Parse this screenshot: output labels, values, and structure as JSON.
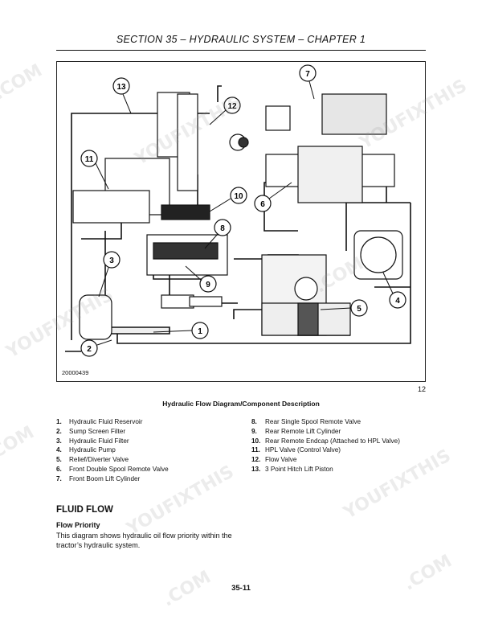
{
  "header": {
    "title": "SECTION 35 – HYDRAULIC SYSTEM – CHAPTER 1"
  },
  "diagram": {
    "figure_id": "20000439",
    "figure_number": "12",
    "callouts": [
      "1",
      "2",
      "3",
      "4",
      "5",
      "6",
      "7",
      "8",
      "9",
      "10",
      "11",
      "12",
      "13"
    ]
  },
  "caption": "Hydraulic Flow Diagram/Component Description",
  "components_left": [
    {
      "num": "1.",
      "label": "Hydraulic Fluid Reservoir"
    },
    {
      "num": "2.",
      "label": "Sump Screen Filter"
    },
    {
      "num": "3.",
      "label": "Hydraulic Fluid Filter"
    },
    {
      "num": "4.",
      "label": "Hydraulic Pump"
    },
    {
      "num": "5.",
      "label": "Relief/Diverter Valve"
    },
    {
      "num": "6.",
      "label": "Front Double Spool Remote Valve"
    },
    {
      "num": "7.",
      "label": "Front Boom Lift Cylinder"
    }
  ],
  "components_right": [
    {
      "num": "8.",
      "label": "Rear Single Spool Remote Valve"
    },
    {
      "num": "9.",
      "label": "Rear Remote Lift Cylinder"
    },
    {
      "num": "10.",
      "label": "Rear Remote Endcap (Attached to HPL Valve)"
    },
    {
      "num": "11.",
      "label": "HPL Valve (Control Valve)"
    },
    {
      "num": "12.",
      "label": "Flow Valve"
    },
    {
      "num": "13.",
      "label": "3 Point Hitch Lift Piston"
    }
  ],
  "section": {
    "title": "FLUID FLOW",
    "subtitle": "Flow Priority",
    "body": "This diagram shows hydraulic oil flow priority within the tractor’s hydraulic system."
  },
  "page_number": "35-11",
  "watermarks": [
    ".COM",
    "YOUFIXTHIS",
    ".COM",
    "YOUFIXTHIS",
    ".COM",
    "YOUFIXTHIS",
    ".COM",
    "YOUFIXTHIS",
    ".COM"
  ]
}
